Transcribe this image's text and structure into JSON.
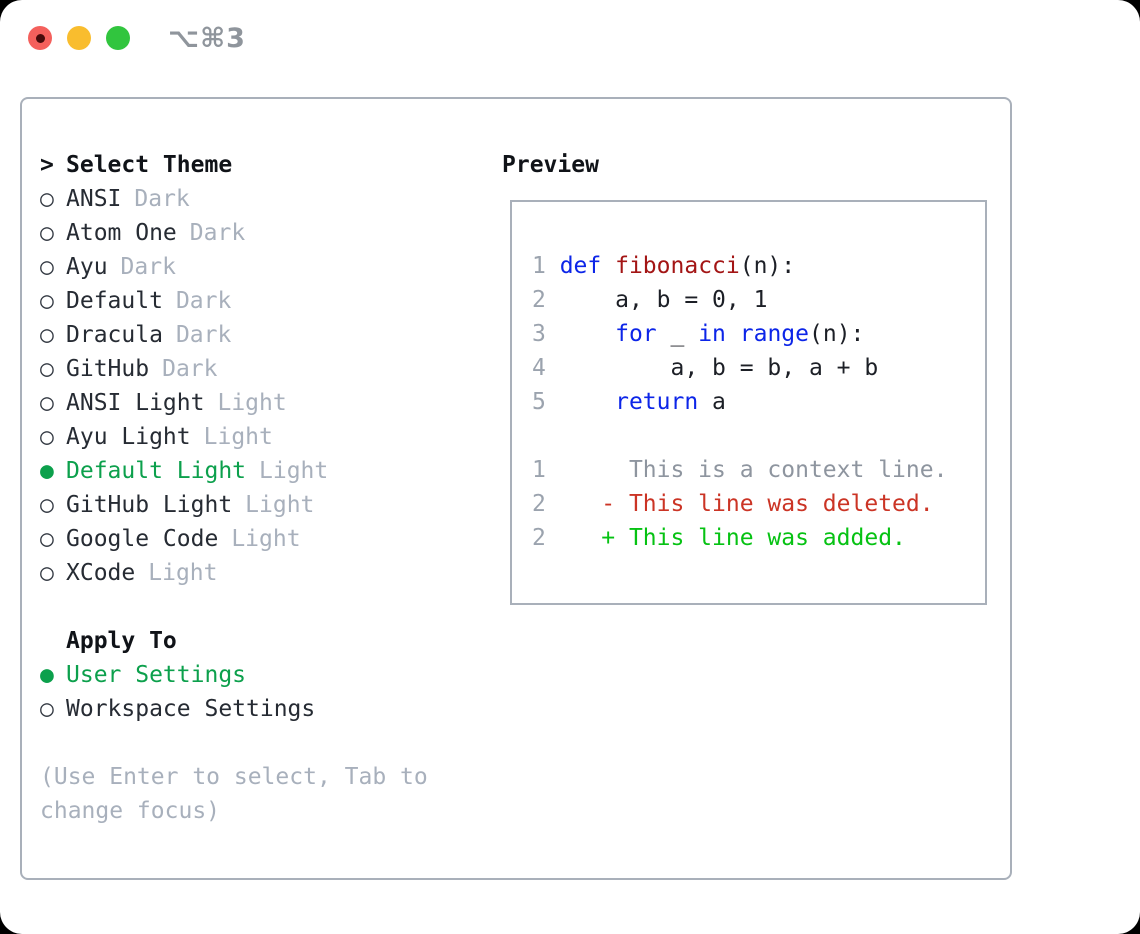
{
  "titlebar": {
    "shortcut": "⌥⌘3"
  },
  "colors": {
    "accent_green": "#0ca04c",
    "code_keyword": "#0c25e8",
    "code_function": "#a31515",
    "diff_deleted": "#cb3425",
    "diff_added": "#06c213",
    "traffic_red": "#f4605c",
    "traffic_yellow": "#f9bd2e",
    "traffic_green": "#31c53e"
  },
  "theme_list": {
    "prefix": ">",
    "title": "Select Theme",
    "items": [
      {
        "name": "ANSI",
        "variant": "Dark",
        "selected": false
      },
      {
        "name": "Atom One",
        "variant": "Dark",
        "selected": false
      },
      {
        "name": "Ayu",
        "variant": "Dark",
        "selected": false
      },
      {
        "name": "Default",
        "variant": "Dark",
        "selected": false
      },
      {
        "name": "Dracula",
        "variant": "Dark",
        "selected": false
      },
      {
        "name": "GitHub",
        "variant": "Dark",
        "selected": false
      },
      {
        "name": "ANSI Light",
        "variant": "Light",
        "selected": false
      },
      {
        "name": "Ayu Light",
        "variant": "Light",
        "selected": false
      },
      {
        "name": "Default Light",
        "variant": "Light",
        "selected": true
      },
      {
        "name": "GitHub Light",
        "variant": "Light",
        "selected": false
      },
      {
        "name": "Google Code",
        "variant": "Light",
        "selected": false
      },
      {
        "name": "XCode",
        "variant": "Light",
        "selected": false
      }
    ]
  },
  "apply_to": {
    "title": "Apply To",
    "options": [
      {
        "label": "User Settings",
        "selected": true
      },
      {
        "label": "Workspace Settings",
        "selected": false
      }
    ]
  },
  "hint_lines": [
    "(Use Enter to select, Tab to",
    "change focus)"
  ],
  "preview": {
    "title": "Preview",
    "lines": [
      {
        "num": "1",
        "tokens": [
          {
            "c": "kw",
            "t": "def"
          },
          {
            "c": "pl",
            "t": " "
          },
          {
            "c": "fn",
            "t": "fibonacci"
          },
          {
            "c": "pl",
            "t": "(n):"
          }
        ]
      },
      {
        "num": "2",
        "tokens": [
          {
            "c": "pl",
            "t": "    a, b = 0, 1"
          }
        ]
      },
      {
        "num": "3",
        "tokens": [
          {
            "c": "pl",
            "t": "    "
          },
          {
            "c": "kw",
            "t": "for"
          },
          {
            "c": "pl",
            "t": " _ "
          },
          {
            "c": "kw",
            "t": "in"
          },
          {
            "c": "pl",
            "t": " "
          },
          {
            "c": "kw",
            "t": "range"
          },
          {
            "c": "pl",
            "t": "(n):"
          }
        ]
      },
      {
        "num": "4",
        "tokens": [
          {
            "c": "pl",
            "t": "        a, b = b, a + b"
          }
        ]
      },
      {
        "num": "5",
        "tokens": [
          {
            "c": "pl",
            "t": "    "
          },
          {
            "c": "kw",
            "t": "return"
          },
          {
            "c": "pl",
            "t": " a"
          }
        ]
      },
      {
        "num": "",
        "tokens": []
      },
      {
        "num": "1",
        "tokens": [
          {
            "c": "ctx",
            "t": "     This is a context line."
          }
        ]
      },
      {
        "num": "2",
        "tokens": [
          {
            "c": "del",
            "t": "   - This line was deleted."
          }
        ]
      },
      {
        "num": "2",
        "tokens": [
          {
            "c": "add",
            "t": "   + This line was added."
          }
        ]
      }
    ]
  }
}
